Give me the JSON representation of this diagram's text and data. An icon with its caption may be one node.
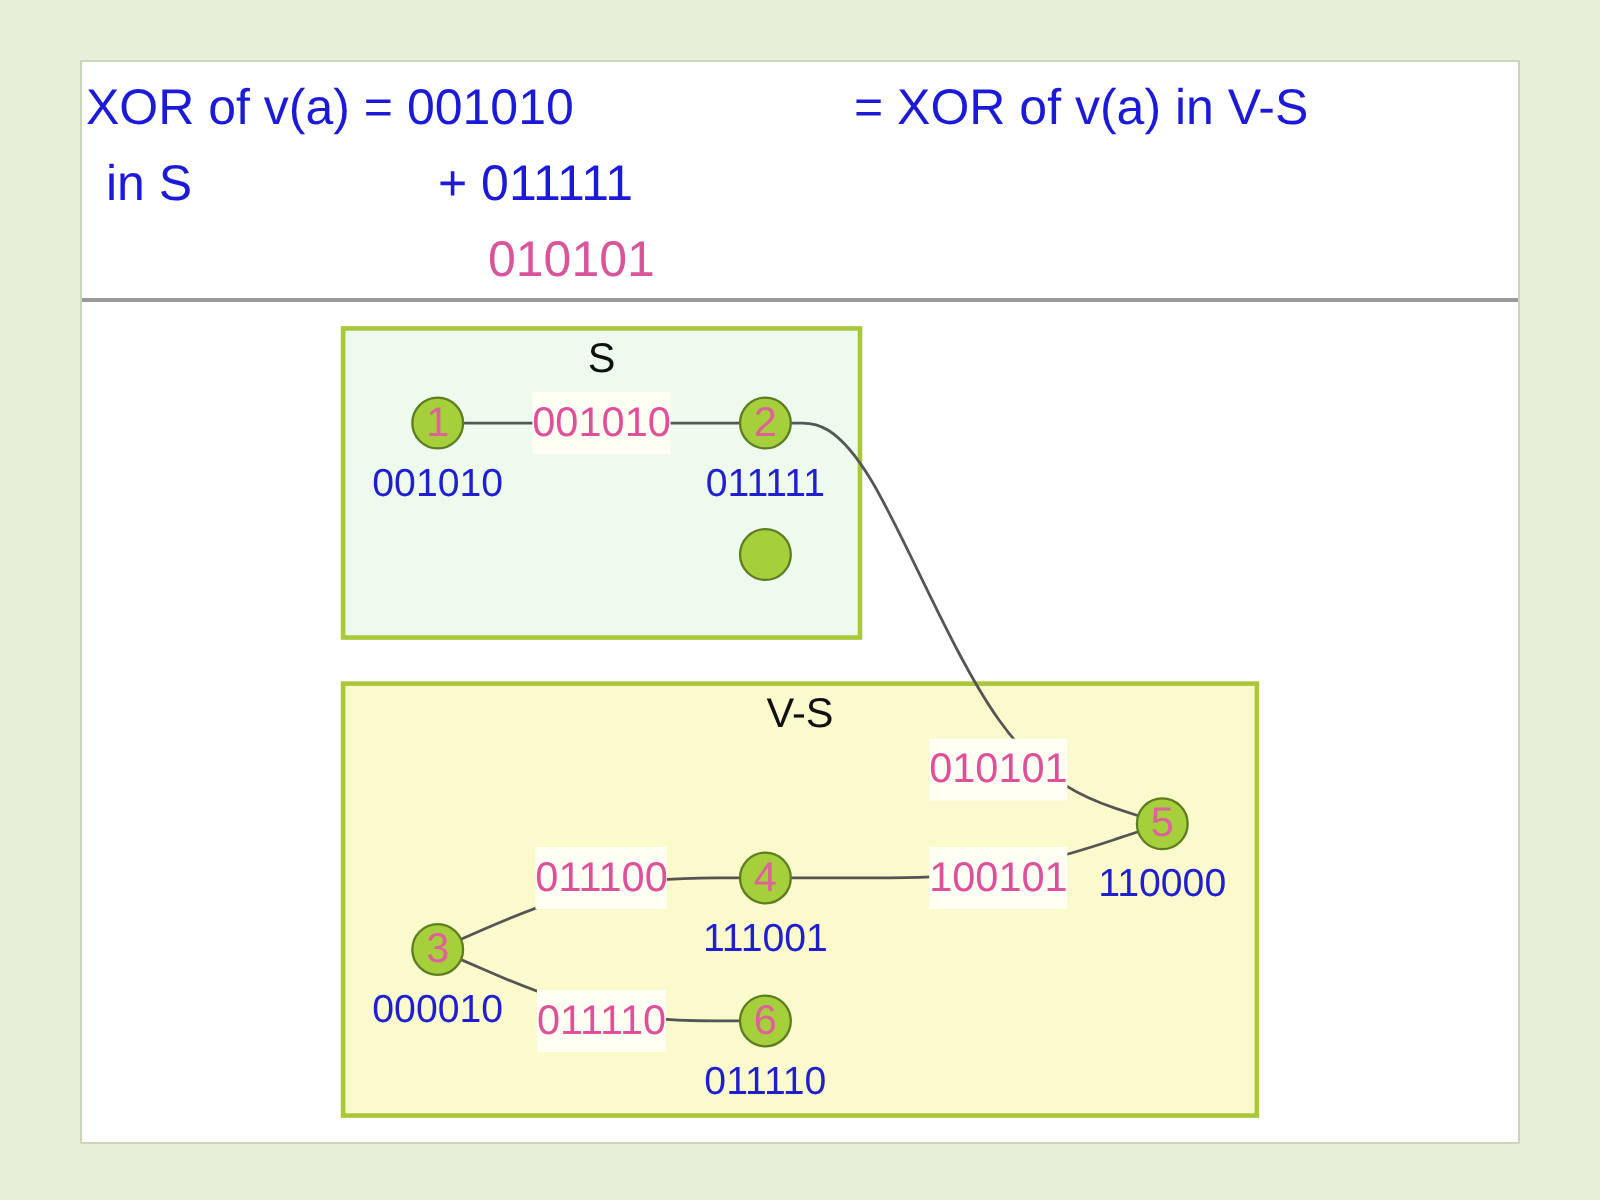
{
  "diagram": {
    "nodes": [
      {
        "text": [
          "S"
        ]
      },
      {
        "text": [
          "1"
        ],
        "in": 0,
        "beside": [
          "001010"
        ]
      },
      {
        "text": [
          "2"
        ],
        "in": 0,
        "beside": [
          "011111"
        ]
      },
      {
        "text": [],
        "shape": "circle",
        "in": 0
      },
      {
        "text": [
          "V-S"
        ]
      },
      {
        "text": [
          "3"
        ],
        "in": 4,
        "beside": [
          "000010"
        ]
      },
      {
        "text": [
          "4"
        ],
        "in": 4,
        "beside": [
          "111001"
        ]
      },
      {
        "text": [
          "5"
        ],
        "in": 4,
        "beside": [
          "110000"
        ]
      },
      {
        "text": [
          "6"
        ],
        "in": 4,
        "beside": [
          "011110"
        ]
      }
    ],
    "edges": [
      {
        "from": 1,
        "to": 2,
        "arrow": "none",
        "label": "001010"
      },
      {
        "from": 2,
        "to": 7,
        "arrow": "none",
        "label": "010101"
      },
      {
        "from": 5,
        "to": 6,
        "arrow": "none",
        "label": "011100"
      },
      {
        "from": 5,
        "to": 8,
        "arrow": "none",
        "label": "011110"
      },
      {
        "from": 6,
        "to": 7,
        "arrow": "none",
        "label": "100101"
      }
    ],
    "labels": [
      "XOR of v(a) = 001010",
      "= XOR of v(a) in V-S",
      "in S",
      "+ 011111",
      "010101"
    ]
  }
}
